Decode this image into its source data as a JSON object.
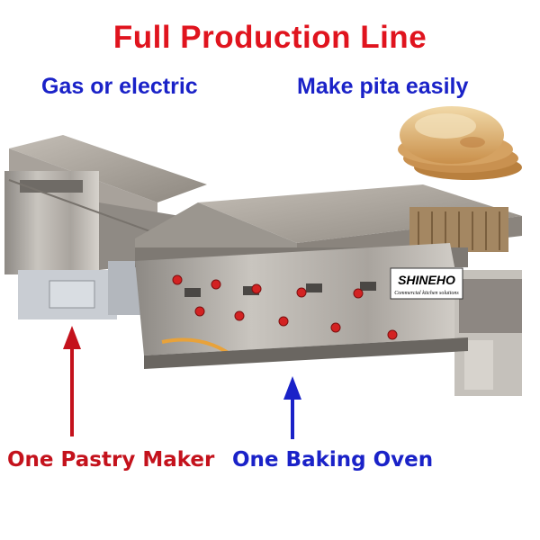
{
  "headline": "Full Production Line",
  "subheadline_left": "Gas or electric",
  "subheadline_right": "Make pita easily",
  "caption_left": "One Pastry Maker",
  "caption_right": "One Baking Oven",
  "brand": {
    "name": "SHINEHO",
    "tagline": "Commercial kitchen solutions"
  },
  "colors": {
    "headline": "#e0141e",
    "subheadline": "#1a22c8",
    "caption_left": "#c4121c",
    "caption_right": "#1a22c8",
    "steel": "#b9b4ae",
    "knob": "#d32222"
  }
}
